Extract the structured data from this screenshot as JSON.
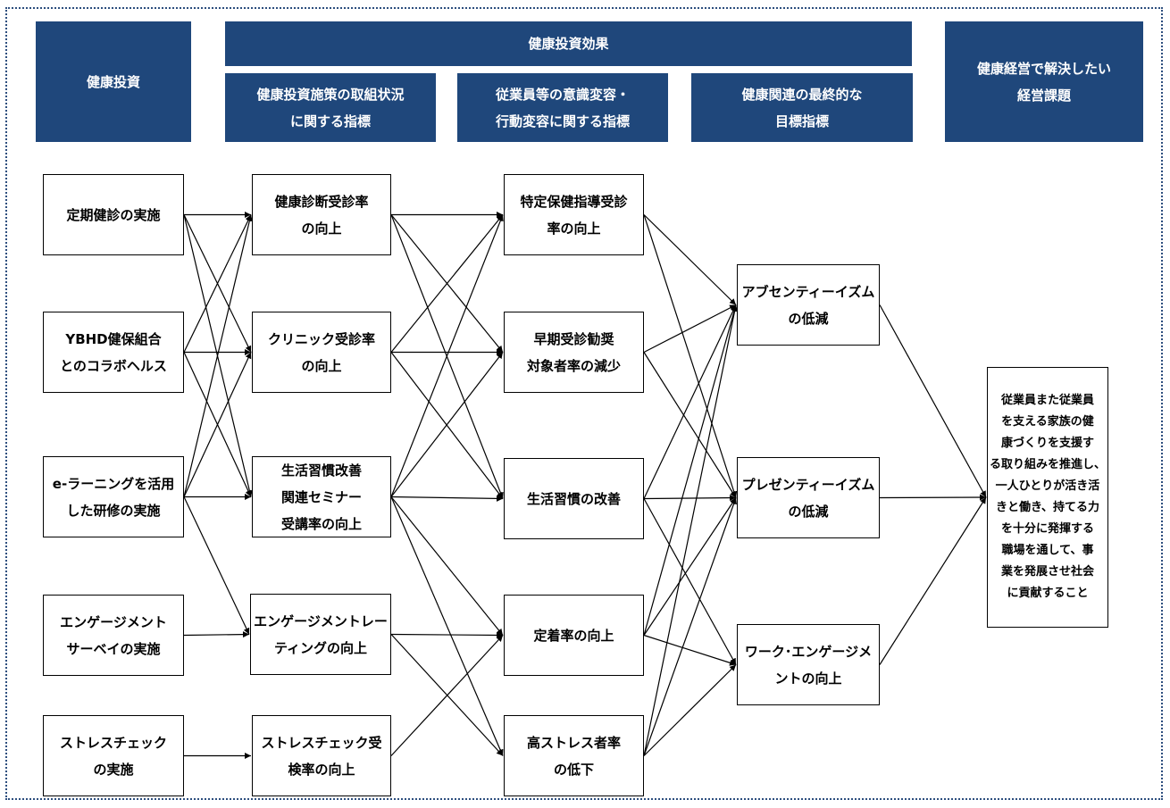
{
  "headers": {
    "investment": "健康投資",
    "effect": "健康投資効果",
    "effect_sub1": "健康投資施策の取組状況\nに関する指標",
    "effect_sub2": "従業員等の意識変容・\n行動変容に関する指標",
    "effect_sub3": "健康関連の最終的な\n目標指標",
    "issue": "健康経営で解決したい\n経営課題"
  },
  "investments": [
    "定期健診の実施",
    "YBHD健保組合\nとのコラボヘルス",
    "e-ラーニングを活用\nした研修の実施",
    "エンゲージメント\nサーベイの実施",
    "ストレスチェック\nの実施"
  ],
  "activity_indicators": [
    "健康診断受診率\nの向上",
    "クリニック受診率\nの向上",
    "生活習慣改善\n関連セミナー\n受講率の向上",
    "エンゲージメントレー\nティングの向上",
    "ストレスチェック受\n検率の向上"
  ],
  "behavior_indicators": [
    "特定保健指導受診\n率の向上",
    "早期受診勧奨\n対象者率の減少",
    "生活習慣の改善",
    "定着率の向上",
    "高ストレス者率\nの低下"
  ],
  "final_indicators": [
    "アブセンティーイズム\nの低減",
    "プレゼンティーイズム\nの低減",
    "ワーク･エンゲージメ\nントの向上"
  ],
  "goal": "従業員また従業員\nを支える家族の健\n康づくりを支援す\nる取り組みを推進し、\n一人ひとりが活き活\nきと働き、持てる力\nを十分に発揮する\n職場を通して、事\n業を発展させ社会\nに貢献すること",
  "colors": {
    "header_bg": "#1f477b",
    "header_text": "#ffffff",
    "frame_border": "#2d4e7e",
    "line": "#000000"
  },
  "links": {
    "investment_to_activity": [
      [
        0,
        0
      ],
      [
        0,
        1
      ],
      [
        0,
        2
      ],
      [
        1,
        0
      ],
      [
        1,
        1
      ],
      [
        1,
        2
      ],
      [
        2,
        0
      ],
      [
        2,
        1
      ],
      [
        2,
        2
      ],
      [
        2,
        3
      ],
      [
        3,
        3
      ],
      [
        4,
        4
      ]
    ],
    "activity_to_behavior": [
      [
        0,
        0
      ],
      [
        0,
        1
      ],
      [
        0,
        2
      ],
      [
        1,
        0
      ],
      [
        1,
        1
      ],
      [
        1,
        2
      ],
      [
        2,
        0
      ],
      [
        2,
        1
      ],
      [
        2,
        2
      ],
      [
        2,
        3
      ],
      [
        2,
        4
      ],
      [
        3,
        3
      ],
      [
        3,
        4
      ],
      [
        4,
        3
      ]
    ],
    "behavior_to_final": [
      [
        0,
        0
      ],
      [
        0,
        1
      ],
      [
        1,
        0
      ],
      [
        1,
        1
      ],
      [
        2,
        0
      ],
      [
        2,
        1
      ],
      [
        2,
        2
      ],
      [
        3,
        0
      ],
      [
        3,
        1
      ],
      [
        3,
        2
      ],
      [
        4,
        0
      ],
      [
        4,
        1
      ],
      [
        4,
        2
      ]
    ],
    "final_to_goal": [
      [
        0,
        0
      ],
      [
        1,
        0
      ],
      [
        2,
        0
      ]
    ]
  }
}
